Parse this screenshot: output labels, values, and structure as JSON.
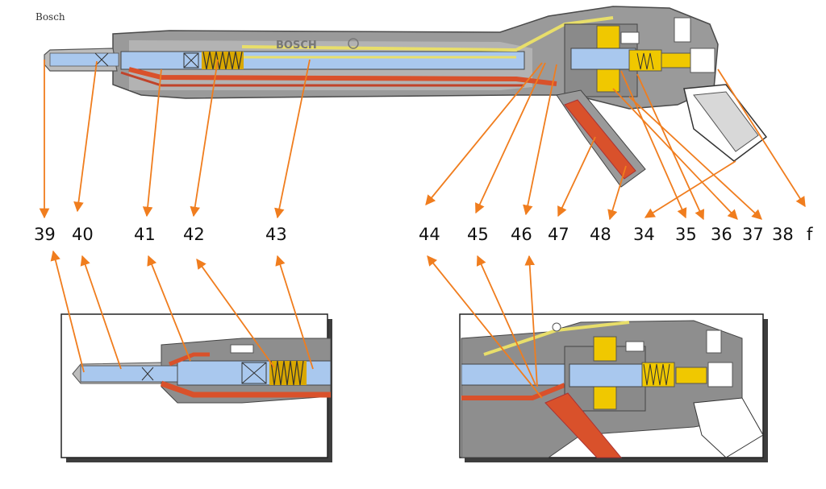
{
  "credit": "Bosch",
  "brand": "BOSCH",
  "callouts": [
    "39",
    "40",
    "41",
    "42",
    "43",
    "44",
    "45",
    "46",
    "47",
    "48",
    "34",
    "35",
    "36",
    "37",
    "38",
    "f"
  ],
  "colors": {
    "arrow": "#f07d1e",
    "housing": "#9a9a9a",
    "housing_dark": "#6f6f6f",
    "fuel_blue": "#a9c8ee",
    "high_pressure": "#d9512b",
    "low_pressure": "#e8de6a",
    "solenoid": "#f0c800"
  }
}
